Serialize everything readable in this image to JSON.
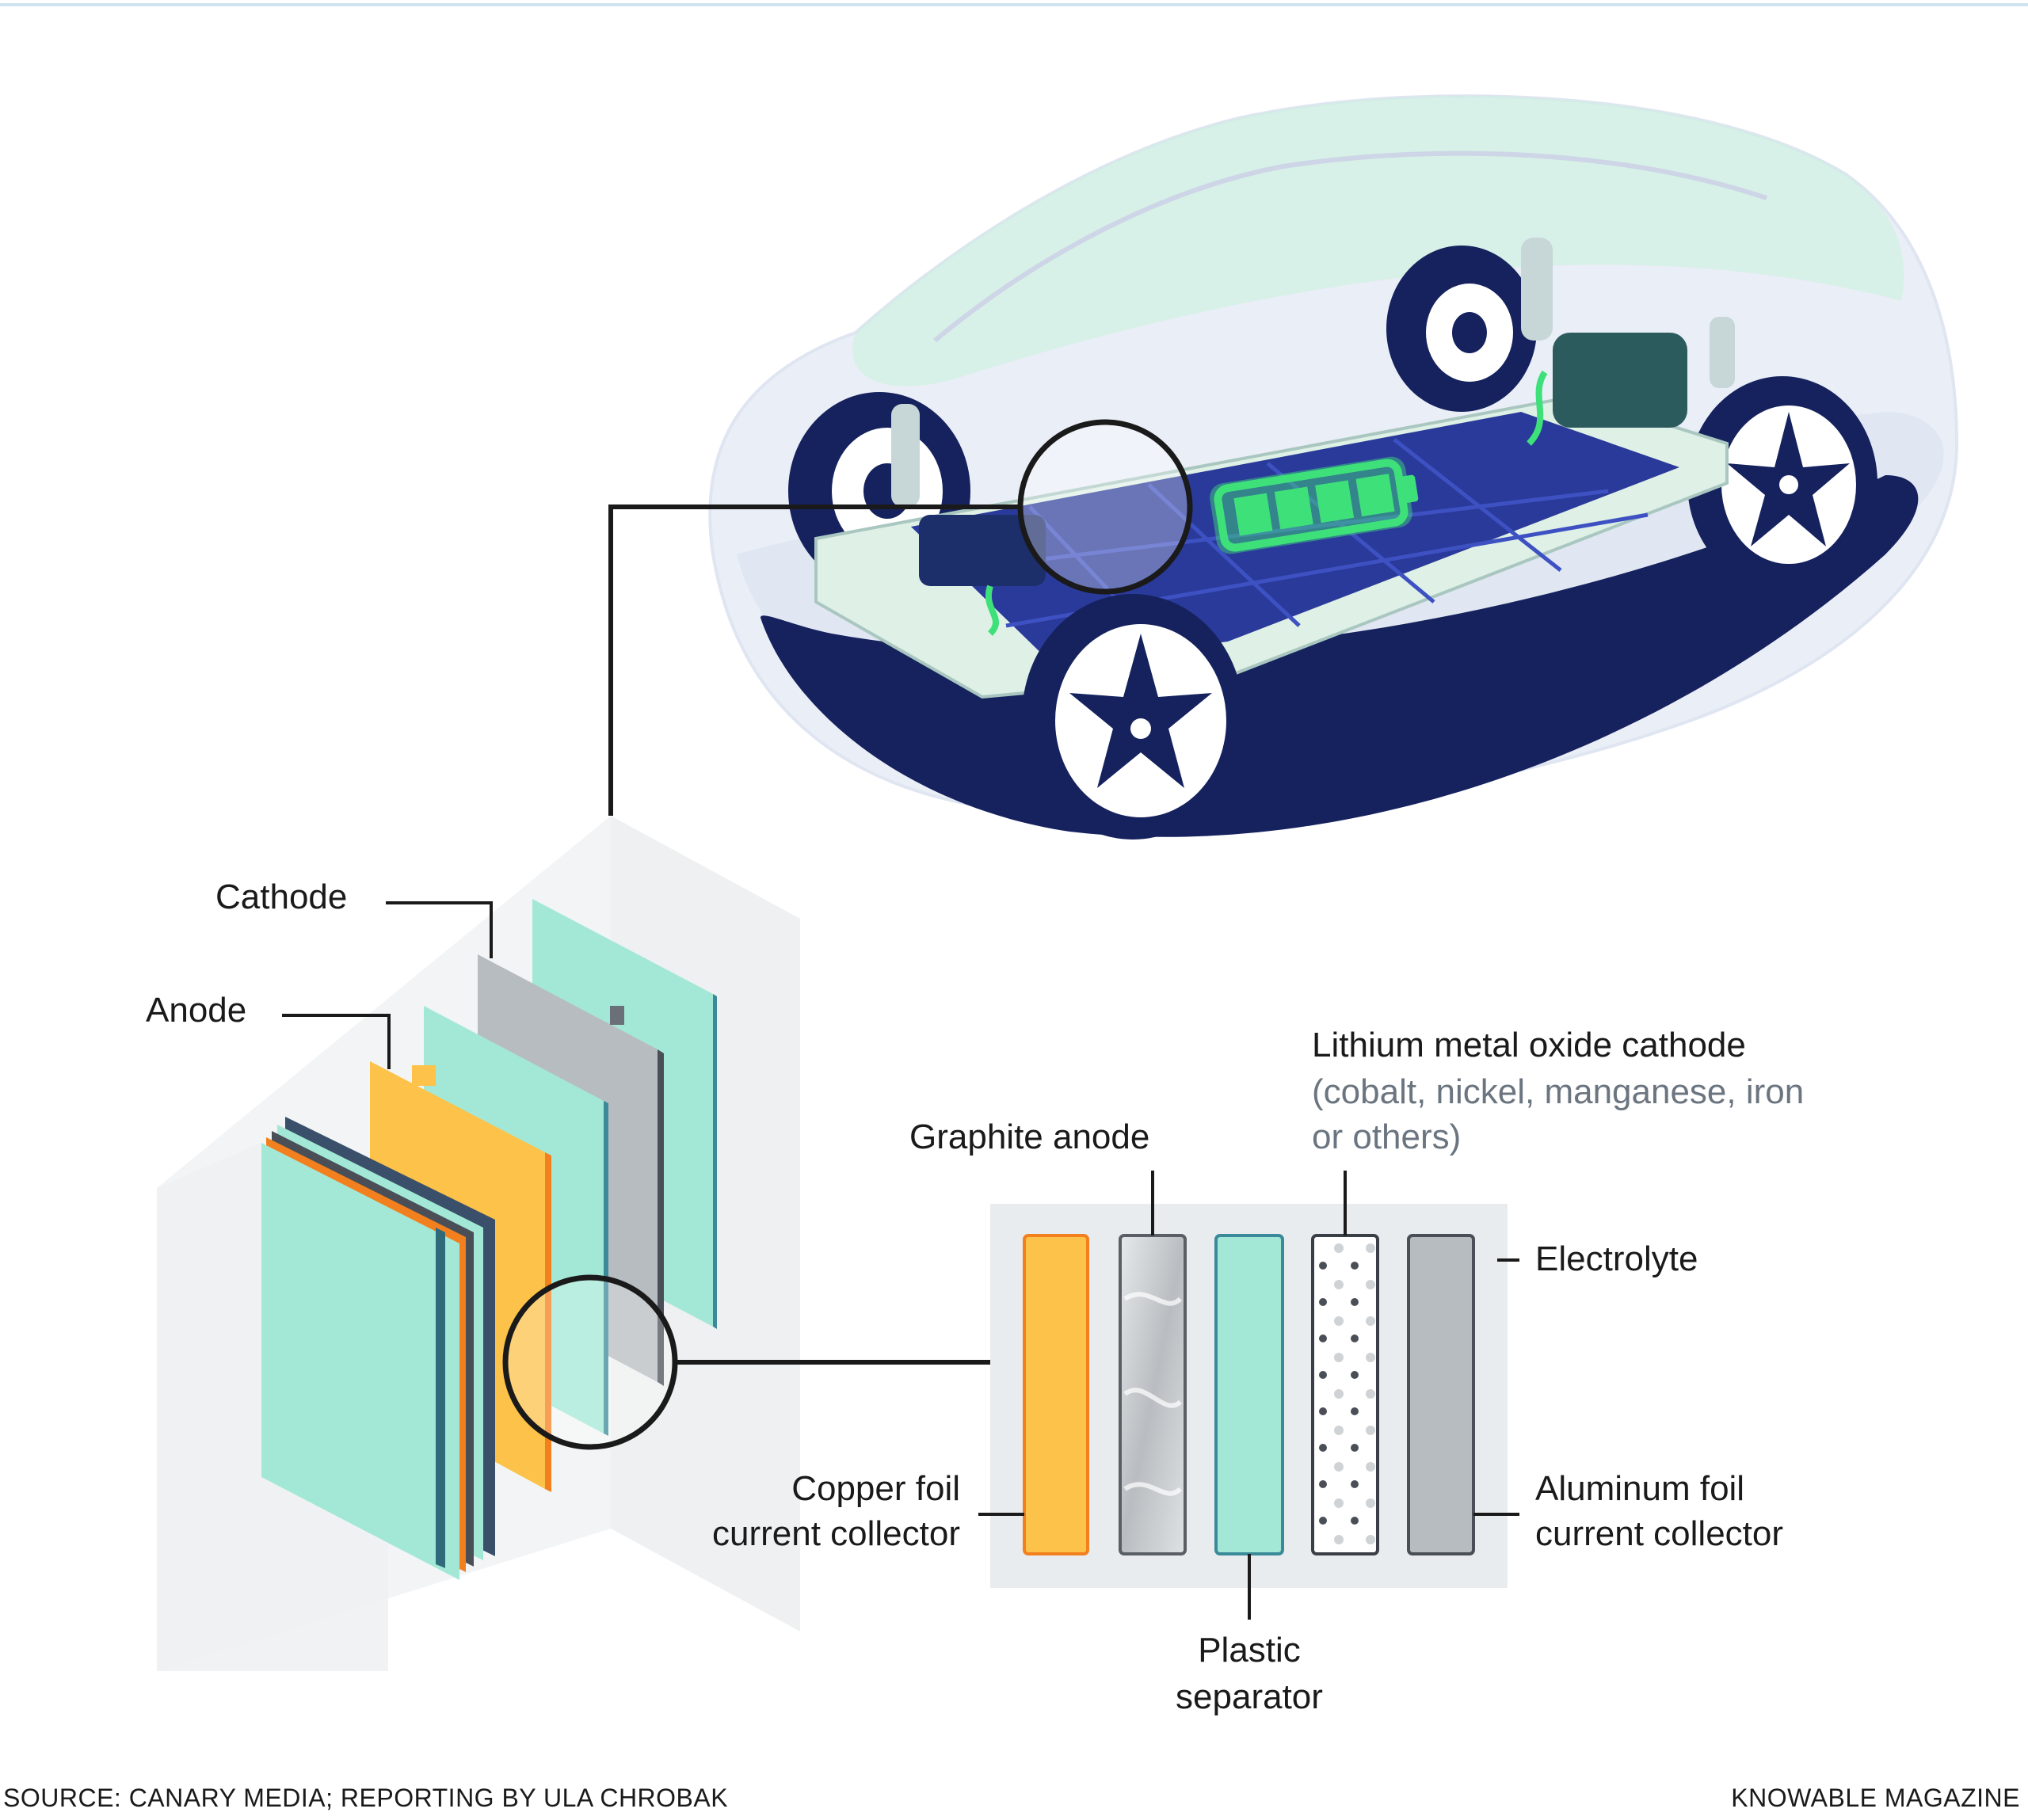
{
  "labels": {
    "cathode": "Cathode",
    "anode": "Anode",
    "lithium_cathode_title": "Lithium metal oxide cathode",
    "lithium_cathode_detail_1": "(cobalt, nickel, manganese, iron",
    "lithium_cathode_detail_2": "or others)",
    "graphite_anode": "Graphite anode",
    "electrolyte": "Electrolyte",
    "copper_foil_1": "Copper foil",
    "copper_foil_2": "current collector",
    "aluminum_foil_1": "Aluminum foil",
    "aluminum_foil_2": "current collector",
    "plastic_separator_1": "Plastic",
    "plastic_separator_2": "separator"
  },
  "footer": {
    "source": "SOURCE: CANARY MEDIA; REPORTING BY ULA CHROBAK",
    "credit": "KNOWABLE MAGAZINE"
  },
  "colors": {
    "copper": "#fcc24a",
    "copper_edge": "#f2801e",
    "separator_teal": "#a3e8d6",
    "graphite_gray": "#cfd3d6",
    "aluminum_gray": "#b7bcc0",
    "battery_blue": "#2a3a9a",
    "battery_glow": "#3ee07a",
    "car_shell": "#dfe6f2",
    "car_tint": "#c6f3dc",
    "chassis": "#dff0e6",
    "tire": "#15225e",
    "detail_bg": "#e9ecee",
    "cell_box": "#eef0f1",
    "line": "#1a1a1a"
  }
}
